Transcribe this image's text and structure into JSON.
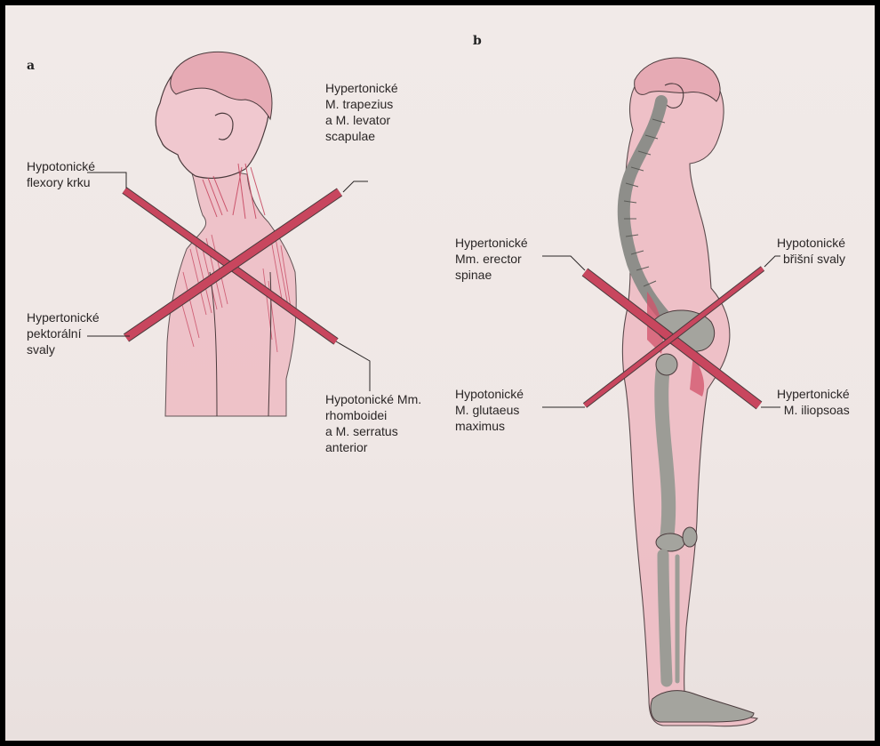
{
  "panels": {
    "a": "a",
    "b": "b"
  },
  "labels_a": {
    "neck_flexors": "Hypotonické\nflexory krku",
    "trapezius": "Hypertonické\nM. trapezius\na M. levator\nscapulae",
    "pectoral": "Hypertonické\npektorální\nsvaly",
    "rhomboids": "Hypotonické Mm.\nrhomboidei\na M. serratus\nanterior"
  },
  "labels_b": {
    "erector": "Hypertonické\nMm. erector\nspinae",
    "abdominal": "Hypotonické\nbřišní svaly",
    "glutaeus": "Hypotonické\nM. glutaeus\nmaximus",
    "iliopsoas": "Hypertonické\nM. iliopsoas"
  },
  "colors": {
    "cross_bar": "#c8465e",
    "skin_tint": "#eebcc4",
    "muscle": "#d2526a",
    "bone": "#9c9c96",
    "outline": "#4a3a3c"
  }
}
